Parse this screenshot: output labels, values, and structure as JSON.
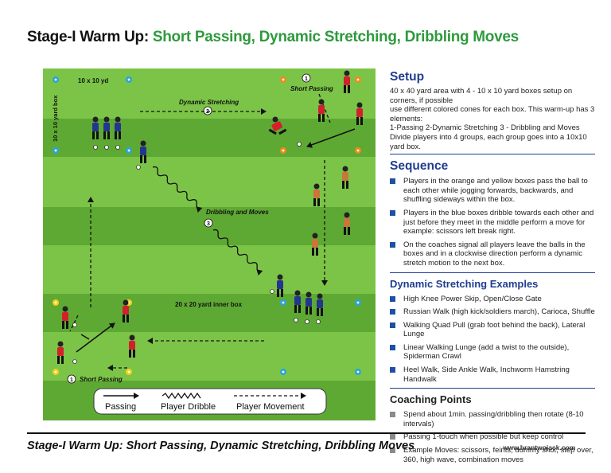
{
  "title": {
    "part1": "Stage-I Warm Up:",
    "part2": "Short Passing, Dynamic Stretching, Dribbling Moves"
  },
  "field": {
    "box_label_top": "10 x 10 yd",
    "box_label_side": "10 x 10 yard box",
    "inner_box_label": "20 x 20 yard inner box",
    "labels": {
      "short_passing_top": "Short Passing",
      "dynamic_stretching": "Dynamic Stretching",
      "dribbling_moves": "Dribbling and Moves",
      "short_passing_bottom": "Short Passing"
    },
    "numbers": {
      "n1_top": "1",
      "n2": "2",
      "n3": "3",
      "n1_bottom": "1"
    },
    "legend": {
      "passing": "Passing",
      "player_dribble": "Player Dribble",
      "player_movement": "Player Movement"
    },
    "colors": {
      "grass_light": "#7cc447",
      "grass_dark": "#5ea933",
      "team_blue": "#23358f",
      "team_red": "#d4202a",
      "team_orange": "#c8763a",
      "cone_blue": "#2aa4dc",
      "cone_orange": "#f08a1c",
      "cone_yellow": "#f2d21a"
    }
  },
  "setup": {
    "title": "Setup",
    "lines": [
      "40 x 40 yard area with 4 - 10 x 10 yard boxes setup on corners, if possible",
      "use different colored cones for each box. This warm-up has 3 elements:",
      "1-Passing  2-Dynamic Stretching  3 - Dribbling and Moves",
      "Divide players into 4 groups, each group goes into a 10x10 yard box."
    ]
  },
  "sequence": {
    "title": "Sequence",
    "items": [
      "Players in the orange and yellow boxes pass the ball to each other while jogging forwards, backwards, and shuffling sideways within the box.",
      "Players in the blue boxes dribble towards each other and just before they meet in the middle perform a move for example: scissors left break right.",
      "On the coaches signal all players leave the balls in the boxes and in a clockwise direction perform a dynamic stretch motion to the next box."
    ]
  },
  "stretching": {
    "title": "Dynamic Stretching Examples",
    "items": [
      "High Knee Power Skip, Open/Close Gate",
      "Russian Walk (high kick/soldiers march), Carioca, Shuffle",
      "Walking Quad Pull (grab foot behind the back), Lateral Lunge",
      "Linear Walking Lunge (add a twist to the outside), Spiderman Crawl",
      "Heel Walk, Side Ankle Walk, Inchworm Hamstring Handwalk"
    ]
  },
  "coaching": {
    "title": "Coaching Points",
    "items": [
      "Spend about 1min. passing/dribbling then rotate (8-10 intervals)",
      "Passing 1-touch when possible but keep control",
      "Example Moves: scissors, feints, dummy shot, step over, 360, high wave, combination moves"
    ]
  },
  "footer": {
    "title": "Stage-I Warm Up:  Short Passing, Dynamic Stretching, Dribbling Moves",
    "url": "www.brantwojack.com"
  }
}
